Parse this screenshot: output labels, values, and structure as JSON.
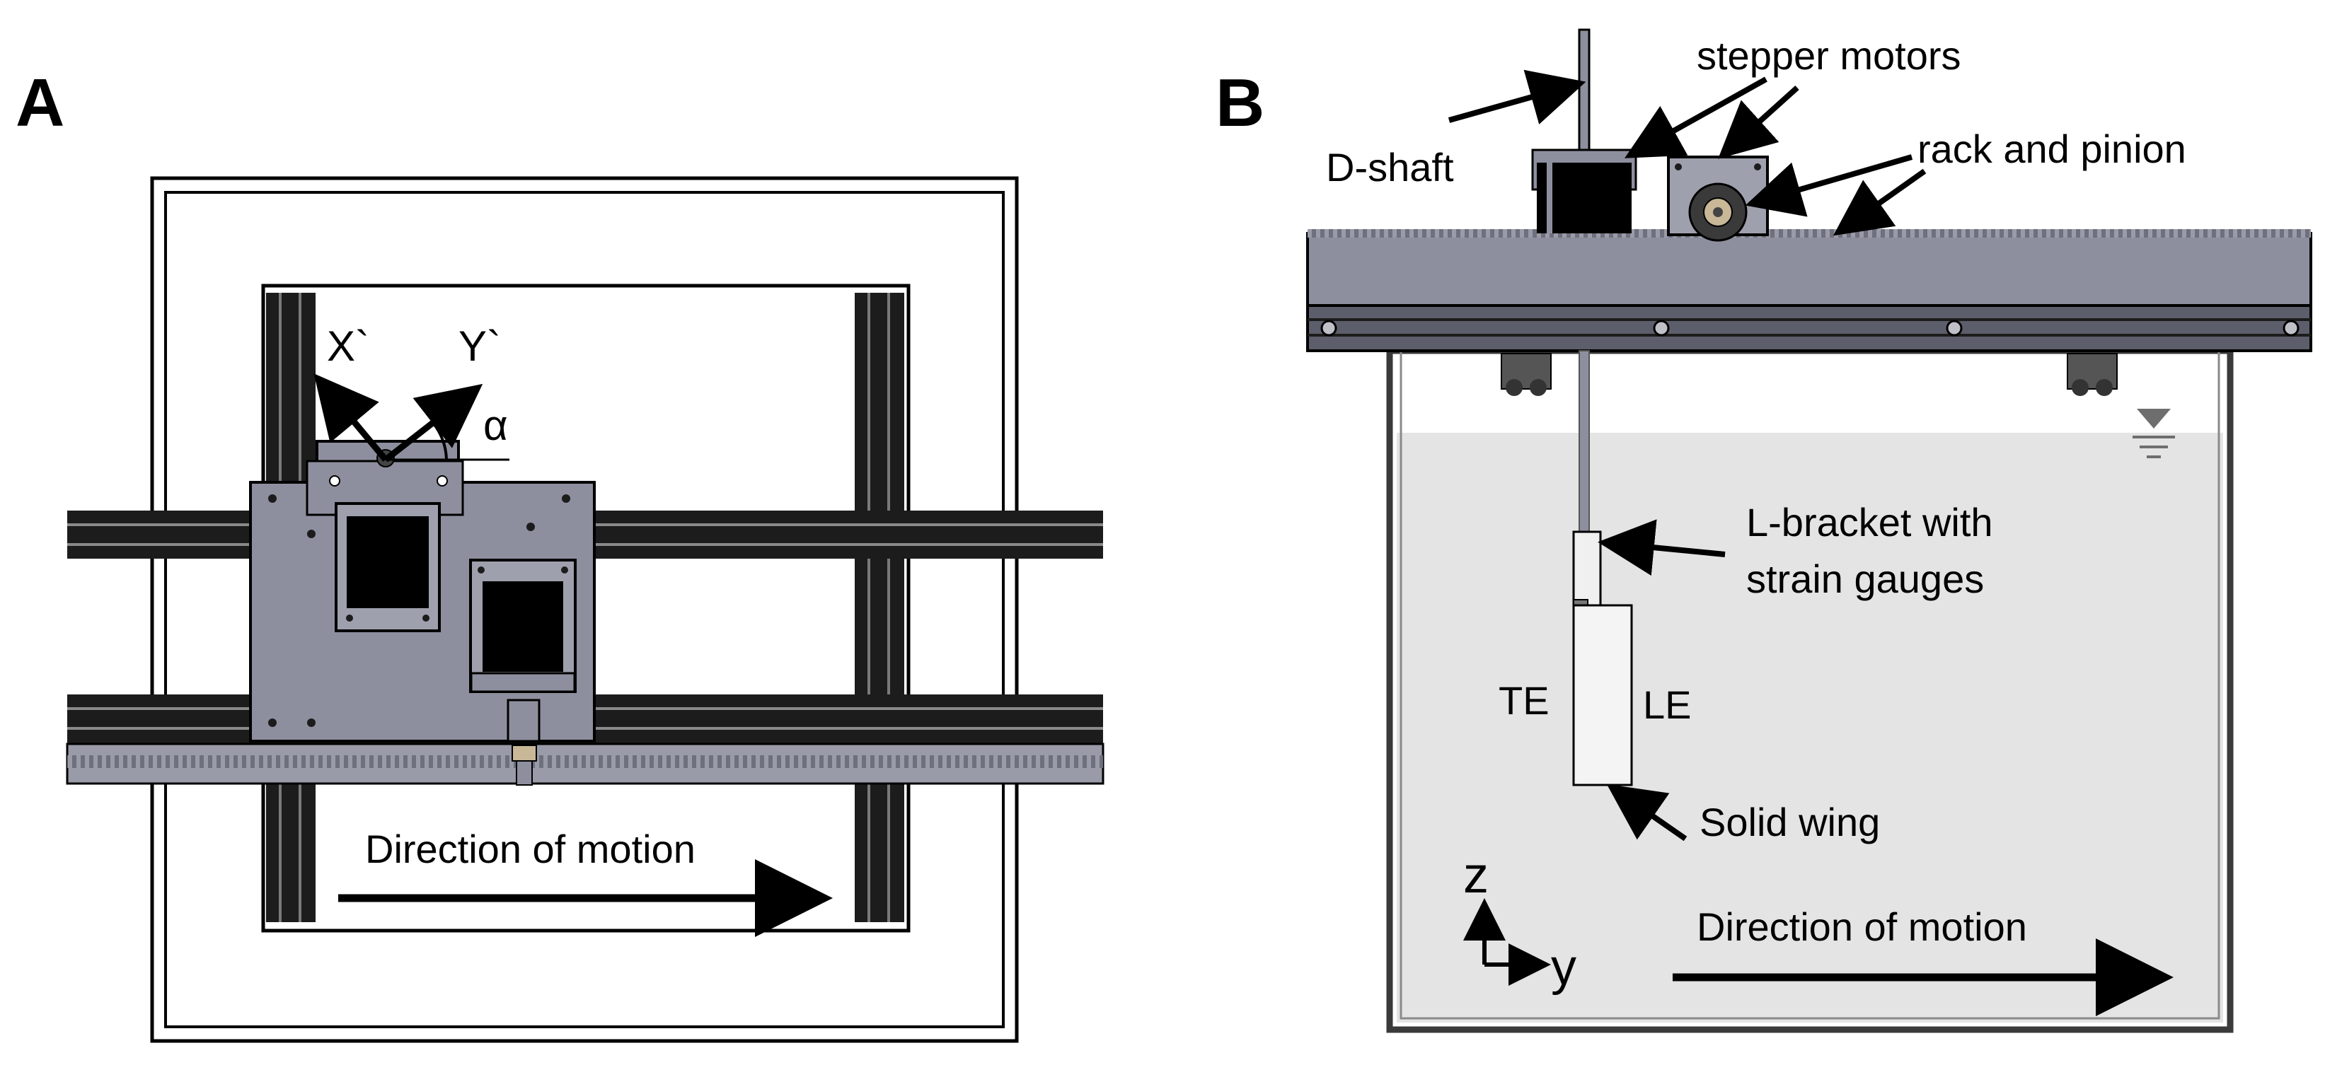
{
  "panel_a": {
    "label": "A",
    "axis_x": "X`",
    "axis_y": "Y`",
    "angle": "α",
    "direction_label": "Direction of motion"
  },
  "panel_b": {
    "label": "B",
    "d_shaft": "D-shaft",
    "stepper_motors": "stepper motors",
    "rack_and_pinion": "rack and pinion",
    "l_bracket_line1": "L-bracket with",
    "l_bracket_line2": "strain gauges",
    "te": "TE",
    "le": "LE",
    "solid_wing": "Solid wing",
    "axis_z": "z",
    "axis_y": "y",
    "direction_label": "Direction of motion"
  },
  "colors": {
    "machine_gray": "#8e8f9e",
    "machine_dark": "#5d5e6b",
    "rail_black": "#1c1c1c",
    "water": "#e4e4e4",
    "tank_edge": "#3a3a3a",
    "water_symbol": "#6e6e6e"
  }
}
